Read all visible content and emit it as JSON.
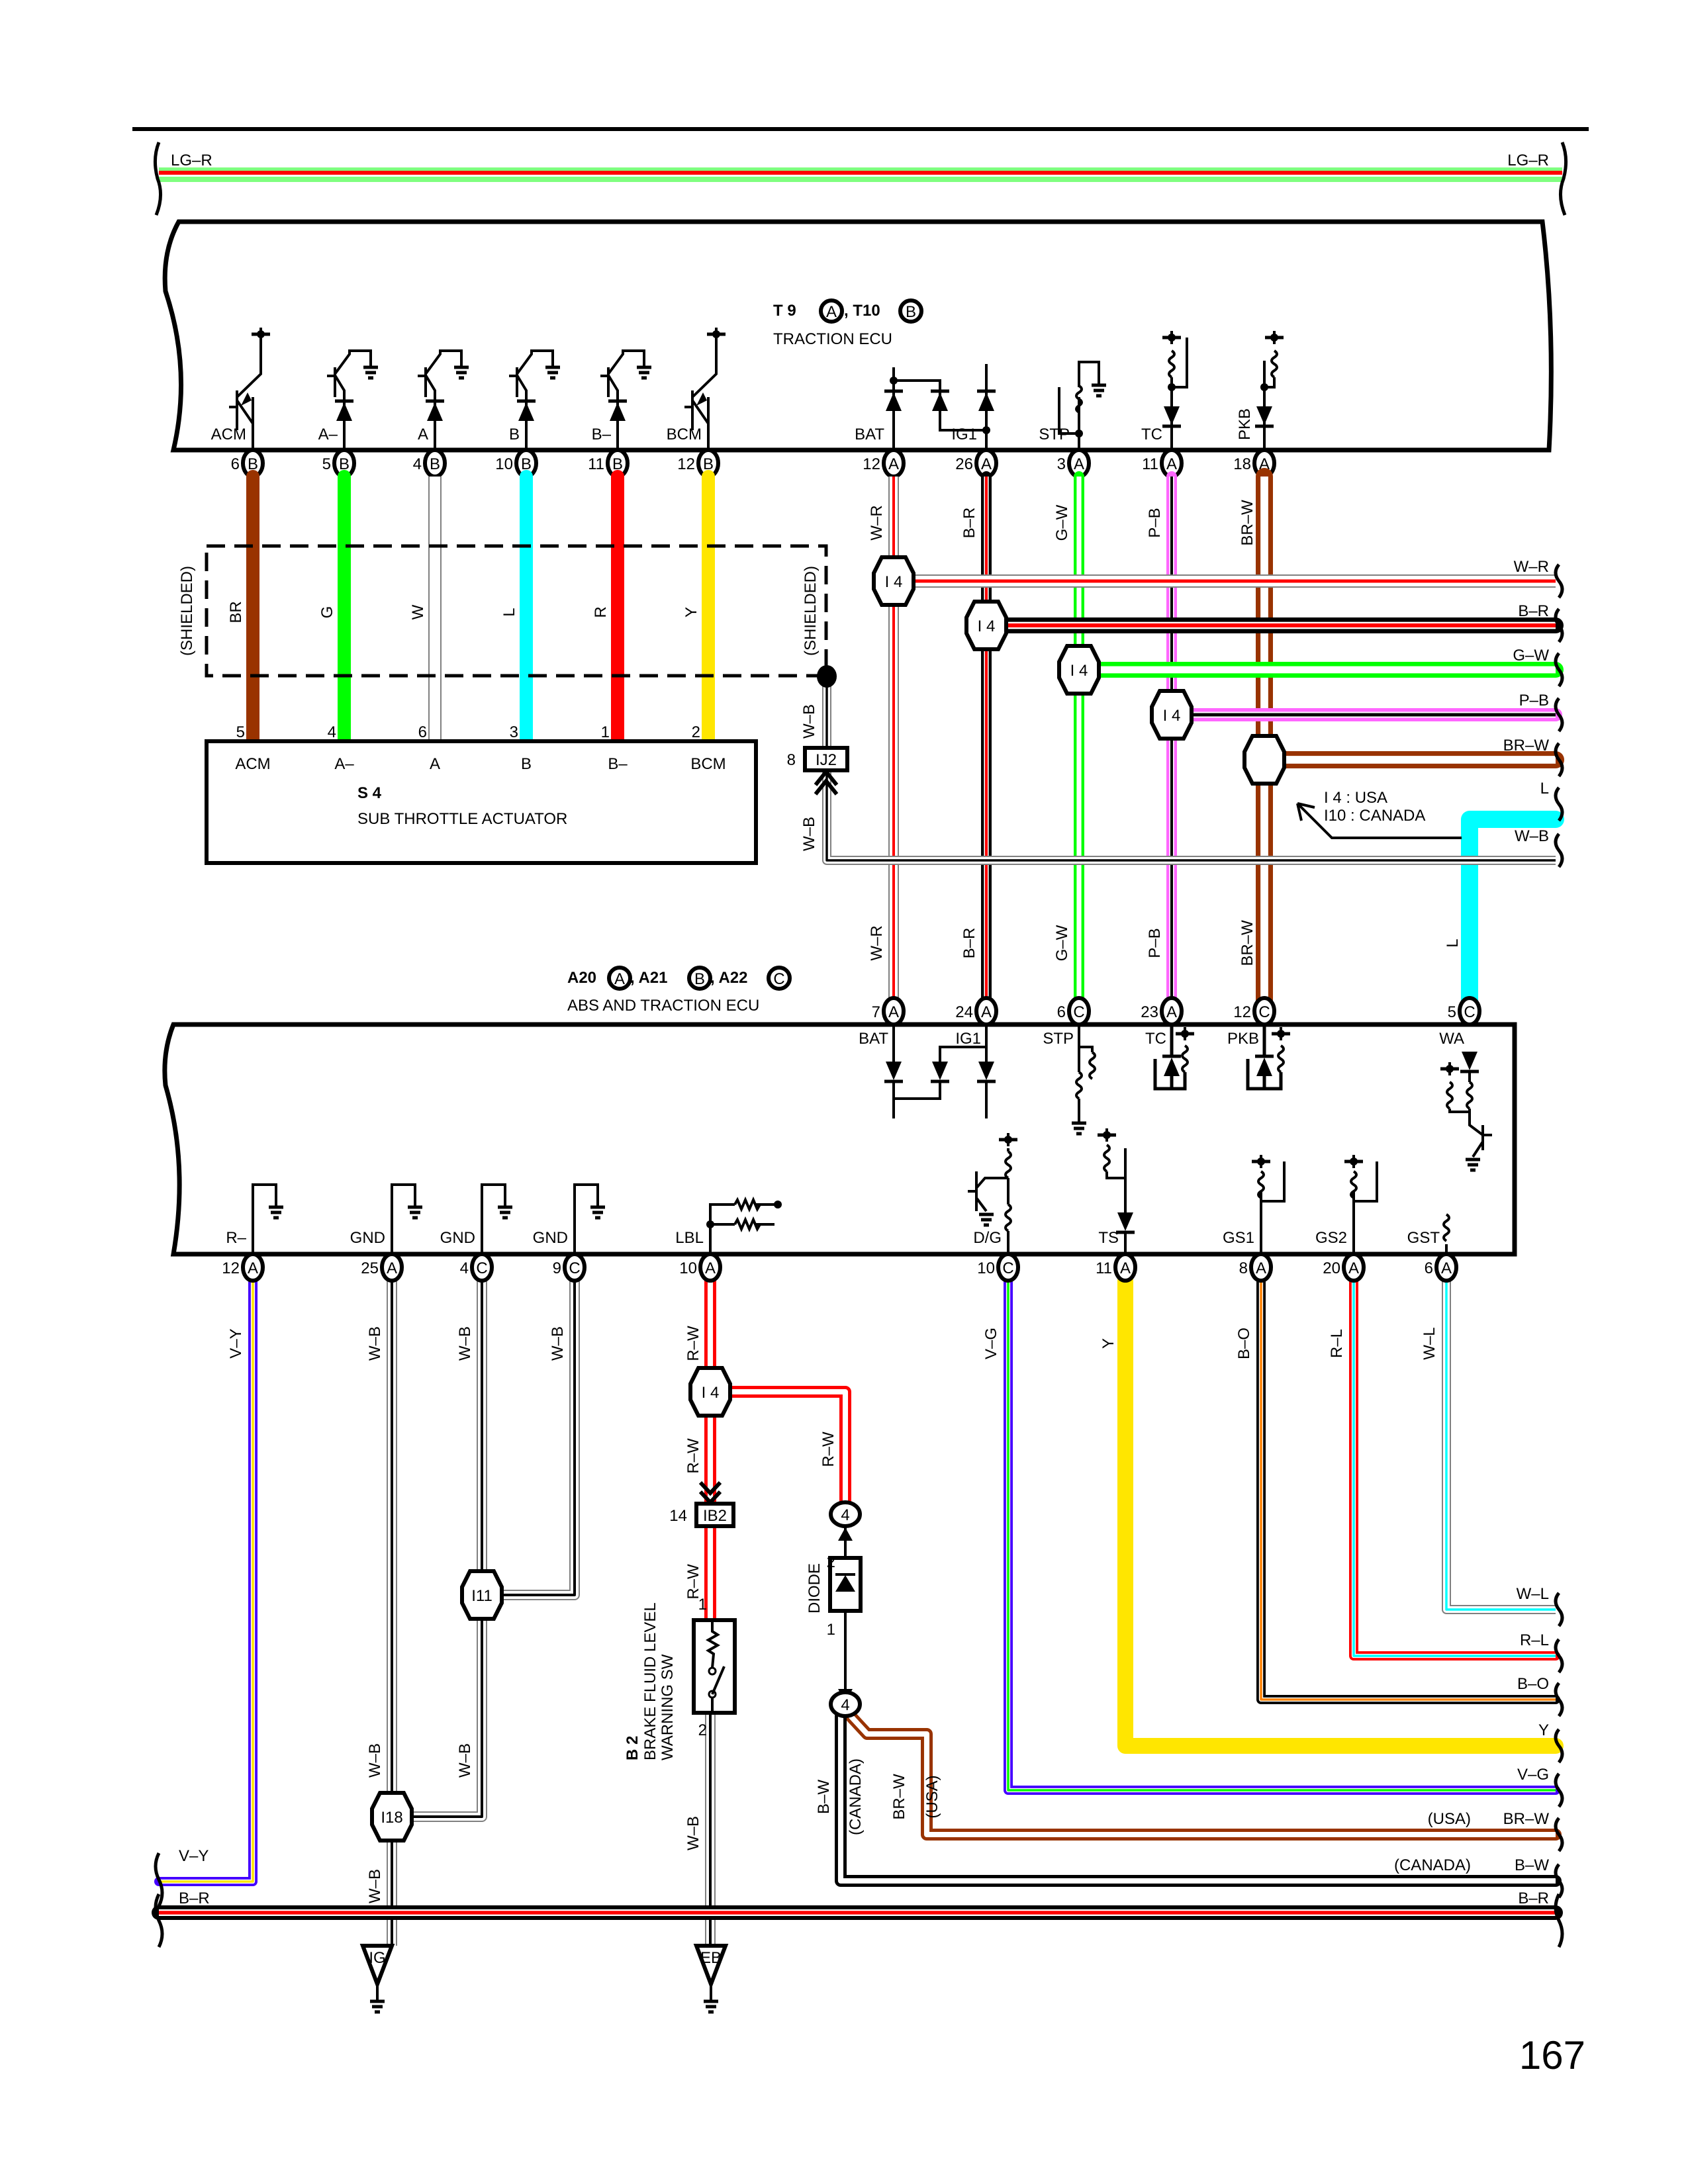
{
  "page_number": "167",
  "colors": {
    "B": "#000000",
    "W": "#ffffff",
    "R": "#ff0000",
    "G": "#00ff00",
    "LG": "#80ff80",
    "L": "#00ffff",
    "Y": "#ffe600",
    "BR": "#993300",
    "P": "#ff66ff",
    "V": "#4400ff",
    "O": "#ff8000",
    "outline": "#808080"
  },
  "top_bus": {
    "left_label": "LG–R",
    "right_label": "LG–R",
    "color_code": "LG-R"
  },
  "bottom_bus": {
    "left_label": "B–R",
    "right_label": "B–R",
    "color_code": "B-R"
  },
  "traction_ecu": {
    "code": "T 9",
    "conn_a": "A",
    "sep": ", T10",
    "conn_b": "B",
    "name": "TRACTION ECU",
    "pins": [
      {
        "signal": "ACM",
        "pin": "6",
        "conn": "B",
        "wire": "BR"
      },
      {
        "signal": "A–",
        "pin": "5",
        "conn": "B",
        "wire": "G"
      },
      {
        "signal": "A",
        "pin": "4",
        "conn": "B",
        "wire": "W"
      },
      {
        "signal": "B",
        "pin": "10",
        "conn": "B",
        "wire": "L"
      },
      {
        "signal": "B–",
        "pin": "11",
        "conn": "B",
        "wire": "R"
      },
      {
        "signal": "BCM",
        "pin": "12",
        "conn": "B",
        "wire": "Y"
      },
      {
        "signal": "BAT",
        "pin": "12",
        "conn": "A",
        "wire": "W–R"
      },
      {
        "signal": "IG1",
        "pin": "26",
        "conn": "A",
        "wire": "B–R"
      },
      {
        "signal": "STP",
        "pin": "3",
        "conn": "A",
        "wire": "G–W"
      },
      {
        "signal": "TC",
        "pin": "11",
        "conn": "A",
        "wire": "P–B"
      },
      {
        "signal": "PKB",
        "pin": "18",
        "conn": "A",
        "wire": "BR–W"
      }
    ]
  },
  "shield": {
    "left_label": "(SHIELDED)",
    "right_label": "(SHIELDED)",
    "drain_wire": "W–B"
  },
  "sub_throttle": {
    "code": "S 4",
    "name": "SUB THROTTLE ACTUATOR",
    "pins": [
      {
        "pin": "5",
        "signal": "ACM"
      },
      {
        "pin": "4",
        "signal": "A–"
      },
      {
        "pin": "6",
        "signal": "A"
      },
      {
        "pin": "3",
        "signal": "B"
      },
      {
        "pin": "1",
        "signal": "B–"
      },
      {
        "pin": "2",
        "signal": "BCM"
      }
    ]
  },
  "ij2": {
    "label": "IJ2",
    "pin": "8",
    "wire_above": "W–B",
    "wire_below": "W–B"
  },
  "splices": {
    "i4": "I 4",
    "note_line1": "I 4 : USA",
    "note_line2": "I10 : CANADA",
    "i11": "I11",
    "i18": "I18"
  },
  "mid_wires_lower": [
    "W–R",
    "B–R",
    "G–W",
    "P–B",
    "BR–W",
    "L"
  ],
  "right_exits_mid": [
    "W–R",
    "B–R",
    "G–W",
    "P–B",
    "BR–W",
    "L",
    "W–B"
  ],
  "abs_ecu": {
    "code1": "A20",
    "c1": "A",
    "code2": ", A21",
    "c2": "B",
    "code3": ", A22",
    "c3": "C",
    "name": "ABS AND TRACTION ECU",
    "top_pins": [
      {
        "signal": "BAT",
        "pin": "7",
        "conn": "A"
      },
      {
        "signal": "IG1",
        "pin": "24",
        "conn": "A"
      },
      {
        "signal": "STP",
        "pin": "6",
        "conn": "C"
      },
      {
        "signal": "TC",
        "pin": "23",
        "conn": "A"
      },
      {
        "signal": "PKB",
        "pin": "12",
        "conn": "C"
      },
      {
        "signal": "WA",
        "pin": "5",
        "conn": "C"
      }
    ],
    "bottom_pins": [
      {
        "signal": "R–",
        "pin": "12",
        "conn": "A",
        "wire": "V–Y"
      },
      {
        "signal": "GND",
        "pin": "25",
        "conn": "A",
        "wire": "W–B"
      },
      {
        "signal": "GND",
        "pin": "4",
        "conn": "C",
        "wire": "W–B"
      },
      {
        "signal": "GND",
        "pin": "9",
        "conn": "C",
        "wire": "W–B"
      },
      {
        "signal": "LBL",
        "pin": "10",
        "conn": "A",
        "wire": "R–W"
      },
      {
        "signal": "D/G",
        "pin": "10",
        "conn": "C",
        "wire": "V–G"
      },
      {
        "signal": "TS",
        "pin": "11",
        "conn": "A",
        "wire": "Y"
      },
      {
        "signal": "GS1",
        "pin": "8",
        "conn": "A",
        "wire": "B–O"
      },
      {
        "signal": "GS2",
        "pin": "20",
        "conn": "A",
        "wire": "R–L"
      },
      {
        "signal": "GST",
        "pin": "6",
        "conn": "A",
        "wire": "W–L"
      }
    ]
  },
  "lower_circuit": {
    "ib2": {
      "label": "IB2",
      "pin": "14"
    },
    "rw_labels": [
      "R–W",
      "R–W",
      "R–W"
    ],
    "brake_sw": {
      "code": "B 2",
      "line1": "BRAKE FLUID LEVEL",
      "line2": "WARNING SW",
      "pin_top": "1",
      "pin_bottom": "2",
      "wire_below": "W–B"
    },
    "diode": {
      "label": "DIODE",
      "pin_top": "2",
      "pin_bottom": "1",
      "conn": "4"
    },
    "gnd_wire_labels": [
      "W–B",
      "W–B"
    ],
    "gnd_wire_below": "W–B",
    "ground_ig": "IG",
    "ground_eb": "EB",
    "diode_out": {
      "bw": "B–W",
      "canada": "(CANADA)",
      "brw": "BR–W",
      "usa": "(USA)"
    }
  },
  "right_exits_bottom": [
    {
      "label": "W–L",
      "note": ""
    },
    {
      "label": "R–L",
      "note": ""
    },
    {
      "label": "B–O",
      "note": ""
    },
    {
      "label": "Y",
      "note": ""
    },
    {
      "label": "V–G",
      "note": ""
    },
    {
      "label": "BR–W",
      "note": "(USA)"
    },
    {
      "label": "B–W",
      "note": "(CANADA)"
    }
  ],
  "left_exit_vy": "V–Y"
}
